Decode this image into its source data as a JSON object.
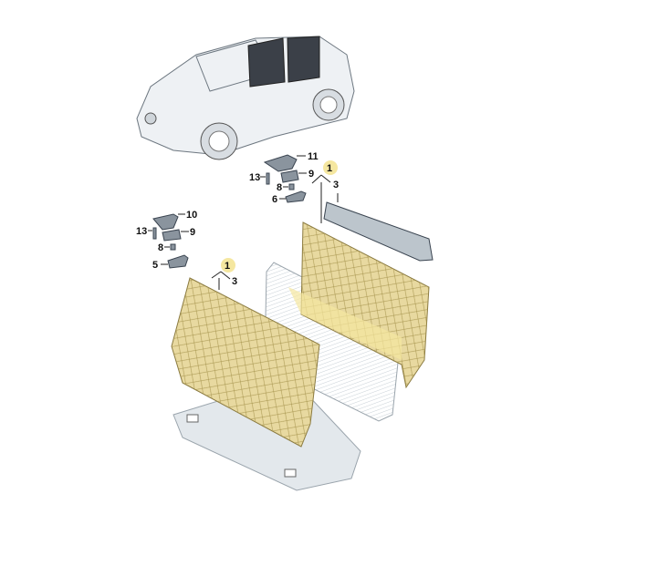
{
  "diagram": {
    "title_hidden": null,
    "callouts": {
      "right": {
        "n11": "11",
        "n9": "9",
        "n13": "13",
        "n8": "8",
        "n6": "6",
        "n1": "1",
        "n3": "3"
      },
      "left": {
        "n10": "10",
        "n9": "9",
        "n13": "13",
        "n8": "8",
        "n5": "5",
        "n1": "1",
        "n3": "3"
      }
    },
    "colors": {
      "highlight": "#f5e7a0",
      "net": "#e8d9a0",
      "part": "#8a949e"
    }
  }
}
